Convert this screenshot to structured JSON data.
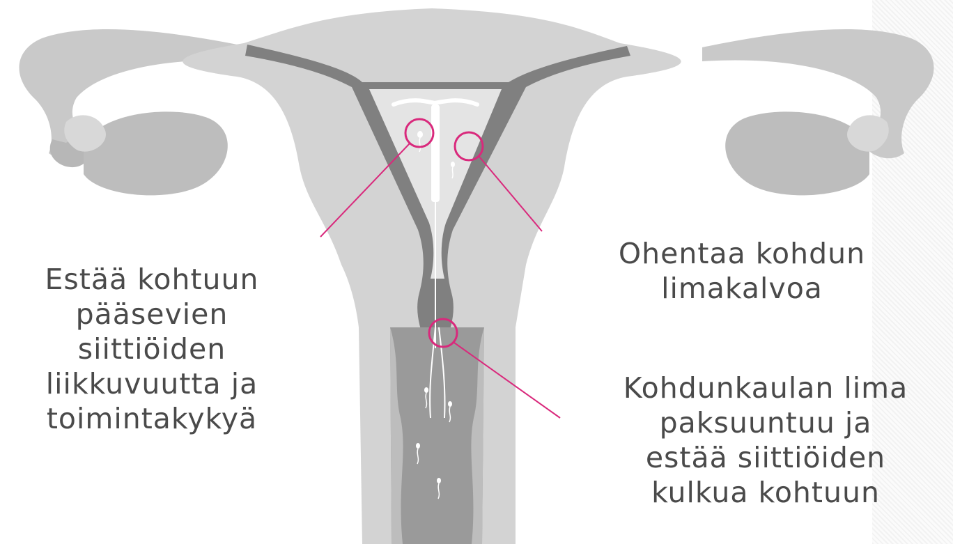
{
  "captions": {
    "left": {
      "lines": [
        "Estää kohtuun",
        "pääsevien",
        "siittiöiden",
        "liikkuvuutta ja",
        "toimintakykyä"
      ]
    },
    "right_top": {
      "lines": [
        "Ohentaa kohdun",
        "limakalvoa"
      ]
    },
    "right_bottom": {
      "lines": [
        "Kohdunkaulan lima",
        "paksuuntuu ja",
        "estää siittiöiden",
        "kulkua kohtuun"
      ]
    }
  },
  "colors": {
    "tissue_light": "#c9c9c9",
    "tissue_mid": "#a9a9a9",
    "tissue_dark": "#7e7e7e",
    "cavity": "#e6e6e6",
    "highlight_pink": "#d9297c",
    "text": "#4a4a4a"
  },
  "icons": {
    "iud": "t-shaped-device-icon",
    "sperm": "sperm-cell-icon"
  }
}
